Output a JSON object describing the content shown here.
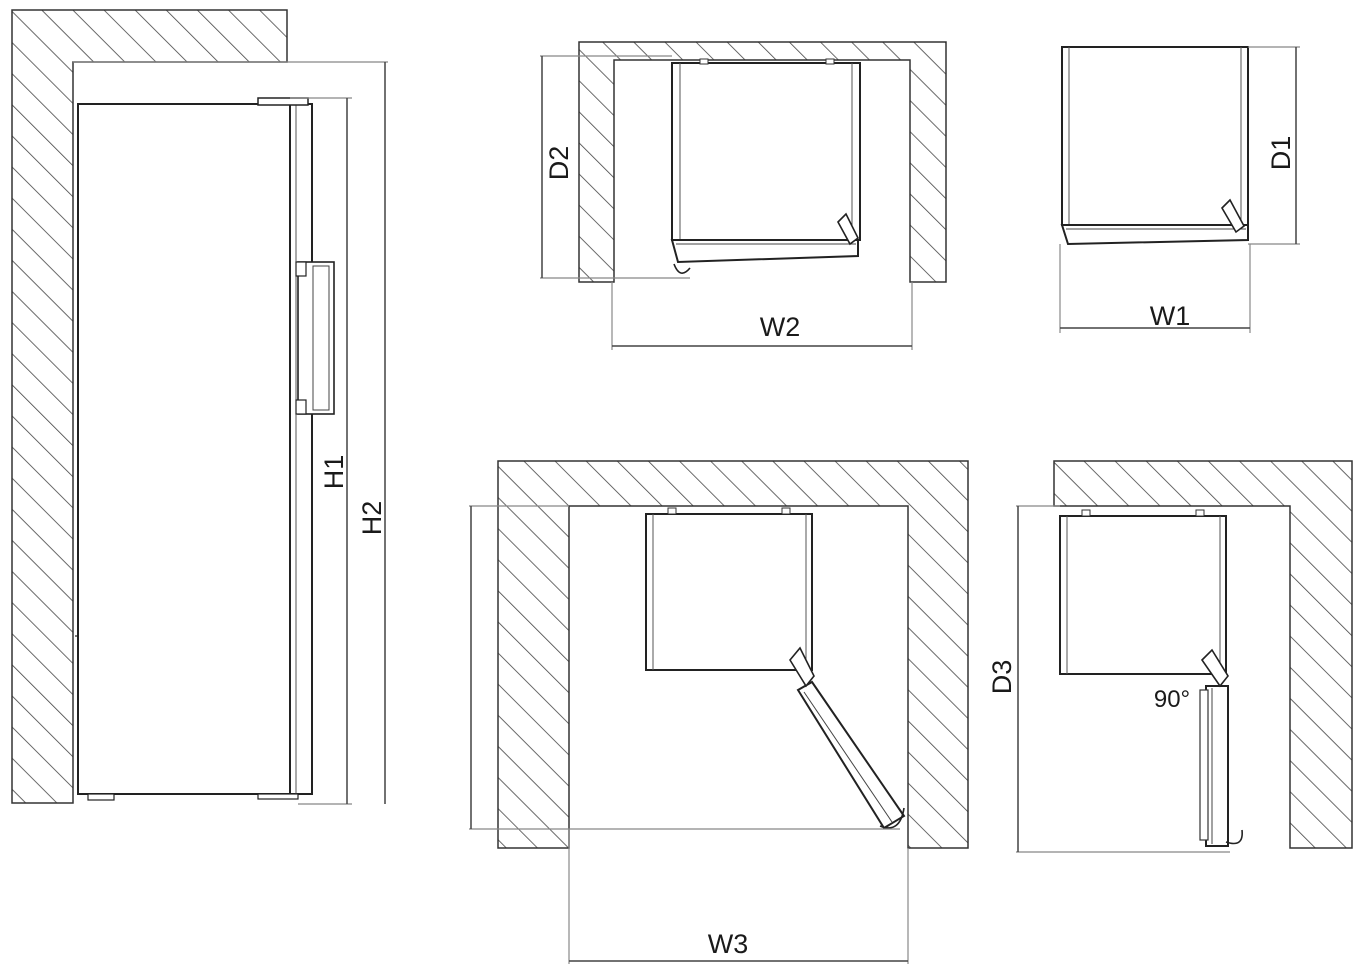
{
  "labels": {
    "h1": "H1",
    "h2": "H2",
    "d1": "D1",
    "d2": "D2",
    "d3": "D3",
    "w1": "W1",
    "w2": "W2",
    "w3": "W3",
    "angle": "90°"
  }
}
